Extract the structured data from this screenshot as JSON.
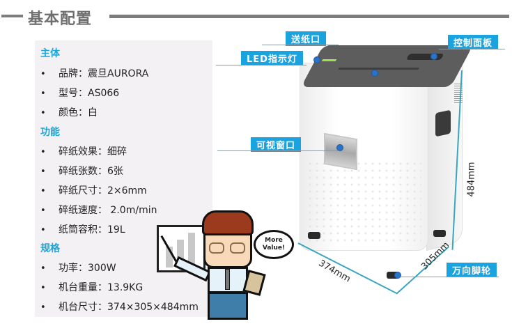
{
  "header": {
    "title": "基本配置"
  },
  "specs": {
    "sections": [
      {
        "title": "主体",
        "items": [
          {
            "label": "品牌",
            "value": "震旦AURORA",
            "text": "品牌：震旦AURORA"
          },
          {
            "label": "型号",
            "value": "AS066",
            "text": "型号：AS066"
          },
          {
            "label": "颜色",
            "value": "白",
            "text": "颜色：白"
          }
        ]
      },
      {
        "title": "功能",
        "items": [
          {
            "label": "碎纸效果",
            "value": "细碎",
            "text": "碎纸效果：细碎"
          },
          {
            "label": "碎纸张数",
            "value": "6张",
            "text": "碎纸张数：6张"
          },
          {
            "label": "碎纸尺寸",
            "value": "2×6mm",
            "text": "碎纸尺寸：2×6mm"
          },
          {
            "label": "碎纸速度",
            "value": "2.0m/min",
            "text": "碎纸速度： 2.0m/min"
          },
          {
            "label": "纸筒容积",
            "value": "19L",
            "text": "纸筒容积：19L"
          }
        ]
      },
      {
        "title": "规格",
        "items": [
          {
            "label": "功率",
            "value": "300W",
            "text": "功率：300W"
          },
          {
            "label": "机台重量",
            "value": "13.9KG",
            "text": "机台重量：13.9KG"
          },
          {
            "label": "机台尺寸",
            "value": "374×305×484mm",
            "text": "机台尺寸：374×305×484mm"
          }
        ]
      }
    ]
  },
  "product": {
    "callouts": {
      "paper_feed": "送纸口",
      "led": "LED指示灯",
      "control_panel": "控制面板",
      "view_window": "可视窗口",
      "casters": "万向脚轮"
    },
    "dimensions": {
      "width": "374mm",
      "depth": "305mm",
      "height": "484mm"
    }
  },
  "cartoon": {
    "speech": "More Value!",
    "speech_line1": "More",
    "speech_line2": "Value!"
  },
  "colors": {
    "accent": "#1ba3e0",
    "section_title": "#1fa5d6",
    "header_gray": "#7d7d7d",
    "panel_bg": "#f3f1f3",
    "dimension_line": "#3aa6be",
    "marker": "#2a73c7"
  }
}
